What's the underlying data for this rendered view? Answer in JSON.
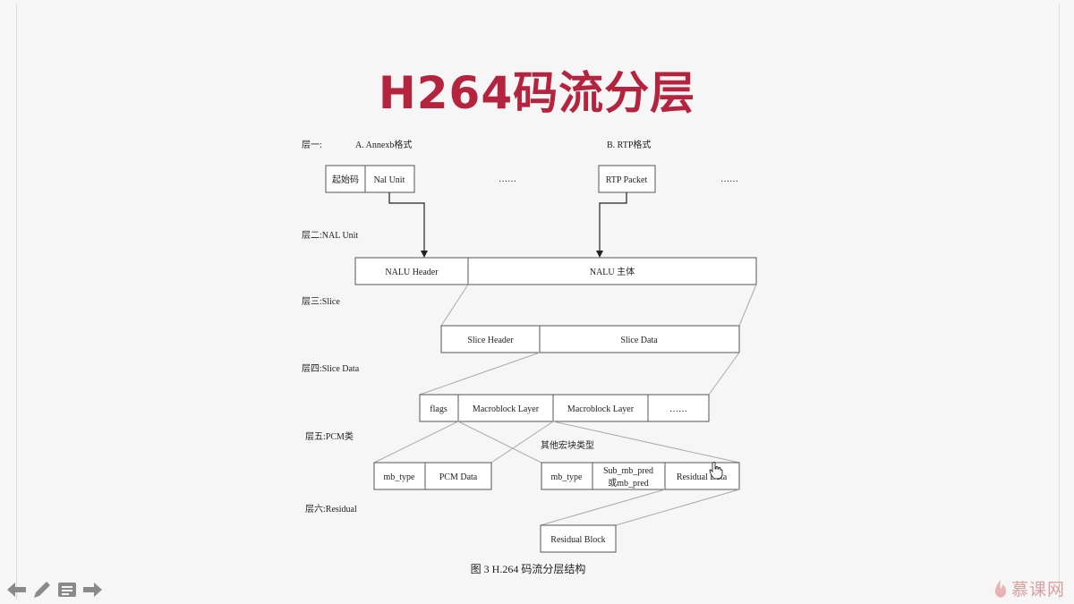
{
  "slide": {
    "title": "H264码流分层",
    "caption": "图 3 H.264 码流分层结构"
  },
  "layers": {
    "l1": "层一:",
    "l1_a": "A. Annexb格式",
    "l1_b": "B. RTP格式",
    "l2": "层二:NAL Unit",
    "l3": "层三:Slice",
    "l4": "层四:Slice Data",
    "l5": "层五:PCM类",
    "l5_other": "其他宏块类型",
    "l6": "层六:Residual"
  },
  "boxes": {
    "start_code": "起始码",
    "nal_unit": "Nal Unit",
    "ellipsis": "……",
    "rtp_packet": "RTP Packet",
    "nalu_header": "NALU Header",
    "nalu_body": "NALU 主体",
    "slice_header": "Slice Header",
    "slice_data": "Slice Data",
    "flags": "flags",
    "macroblock_layer": "Macroblock Layer",
    "mb_type": "mb_type",
    "pcm_data": "PCM Data",
    "sub_mb_pred_1": "Sub_mb_pred",
    "sub_mb_pred_2": "或mb_pred",
    "residual_data": "Residual Data",
    "residual_block": "Residual Block"
  },
  "toolbar": {
    "prev": "arrow-left-icon",
    "pen": "pencil-icon",
    "menu": "slides-menu-icon",
    "next": "arrow-right-icon"
  },
  "brand": {
    "name": "慕课网"
  },
  "colors": {
    "title": "#b5243f",
    "brand": "#d9a0a0"
  }
}
